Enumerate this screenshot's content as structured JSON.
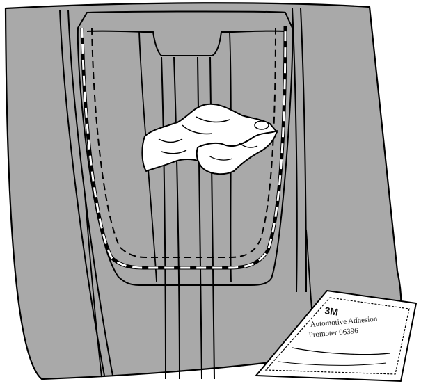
{
  "packet": {
    "brand": "3M",
    "line1": "Automotive Adhesion",
    "line2": "Promoter 06396"
  },
  "colors": {
    "hood_fill": "#a9a9a9",
    "outline": "#000000",
    "tape_dash": "#ffffff",
    "glove": "#ffffff",
    "packet": "#ffffff"
  }
}
